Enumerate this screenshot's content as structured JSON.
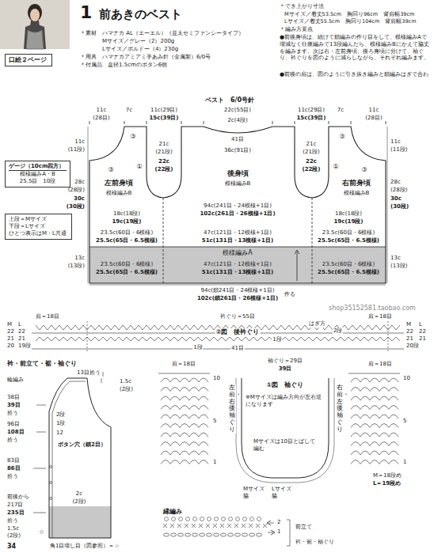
{
  "diagram": {
    "title": "前あきのベスト",
    "nodes": [
      {
        "text": [
          "口絵２ページ"
        ]
      },
      {
        "text": [
          "ゲージ（10cm四方）",
          "模様編みA・B",
          "25.5目　10段"
        ]
      },
      {
        "text": [
          "上段＝Mサイズ",
          "下段＝Lサイズ",
          "ひとつ表示はM・L共通"
        ]
      }
    ],
    "labels": [
      "1",
      "＊素材　ハマナカ AL（エーエル）（並太セミファンシータイプ）",
      "Mサイズ／グレー（2）200g",
      "Lサイズ／ボルドー（4）230g",
      "＊用具　ハマナカアミアミ手あみ針（金属製）6/0号",
      "＊付属品　直径1.5cmのボタン6個",
      "＊でき上がり寸法",
      "Mサイズ／着丈53.5cm　胸回り96cm　背肩幅39cm",
      "Lサイズ／着丈55.5cm　胸回り104cm　背肩幅39cm",
      "＊編み方要点",
      "●前後身頃は、続けて鎖編みの作り目をして、模様編みAで増減なく往復編みで13段編んだら、模様編みBにかえて脇丈を編みます。次は右・左前身頃、後ろ身頃に分けて、袖ぐり、衿ぐりを図のように減らしながら、それぞれ編みます。",
      "●前後の肩は、図のように引き抜き編みと鎖編みはぎで合わ",
      "ベスト　6/0号針",
      "11c",
      "7c",
      "11c(29目)",
      "22c(55目)",
      "11c(29目)",
      "7c",
      "11c",
      "(28目)",
      "15c(39目)",
      "15c(39目)",
      "(28目)",
      "2c(4段)",
      "41目",
      "36c(91目)",
      "21c",
      "(21段)",
      "22c",
      "(22段)",
      "21c",
      "(21段)",
      "22c",
      "(22段)",
      "後身頃",
      "模様編みB",
      "左前身頃",
      "模様編みB",
      "右前身頃",
      "模様編みB",
      "94c(241目・24模様+1目)",
      "102c(261目・26模様+1目)",
      "18c(18段)",
      "19c(19段)",
      "18c(18段)",
      "19c(19段)",
      "23.5c(60目・6模様)",
      "25.5c(65目・6.5模様)",
      "47c(121目・12模様+1目)",
      "51c(131目・13模様+1目)",
      "23.5c(60目・6模様)",
      "25.5c(65目・6.5模様)",
      "模様編みA",
      "23.5c(60目・6模様)",
      "25.5c(65目・6.5模様)",
      "47c(121目・12模様+1目)",
      "51c(131目・13模様+1目)",
      "23.5c(60目・6模様)",
      "25.5c(65目・6.5模様)",
      "11c",
      "(11段)",
      "28c",
      "(28段)",
      "30c",
      "(30段)",
      "13c",
      "(13段)",
      "11c",
      "(11段)",
      "28c",
      "(28段)",
      "30c",
      "(30段)",
      "13c",
      "(13段)",
      "94c(鎖241目・24模様+1目)",
      "102c(鎖261目・26模様+1目)",
      "作る",
      "shop35152581.taobao.com",
      "③",
      "③",
      "①",
      "①",
      "③",
      "③",
      "肩＝18目",
      "衿ぐり＝55目",
      "肩＝18目",
      "M",
      "L",
      "22",
      "22",
      "21",
      "21",
      "20",
      "19段",
      "M",
      "L",
      "22",
      "22",
      "21",
      "21",
      "20段",
      "②図　後衿ぐり",
      "はぎ方",
      "2段",
      "1段",
      "41目",
      "1段",
      "衿・前立て・裾・袖ぐり",
      "輪編み",
      "13目拾う",
      "1.5c",
      "(2段)",
      "38目",
      "39目",
      "拾う",
      "96目",
      "108目",
      "拾う",
      "83目",
      "86目",
      "拾う",
      "前後から",
      "217目",
      "235目",
      "拾う",
      "2段",
      "1段",
      "12",
      "ボタン穴（鎖2目）",
      "2c",
      "(2段)",
      "1.5c",
      "(2段)",
      "角1目増し目（図参照）＝☆",
      "☆",
      "34",
      "肩＝18目",
      "袖ぐり＝29目",
      "39目",
      "肩＝18目",
      "左前・右後袖ぐり",
      "右前・左後袖ぐり",
      "10",
      "5",
      "1",
      "10",
      "5",
      "1",
      "①図　袖ぐり",
      "※Mサイズは編み方向が左右逆になります",
      "Mサイズは10目とばして編む",
      "Mサイズ脇",
      "Lサイズ脇",
      "M＝18段め",
      "L＝19段め",
      "縁編み",
      "2",
      "1",
      "前立て",
      "衿・裾・袖ぐり"
    ]
  }
}
